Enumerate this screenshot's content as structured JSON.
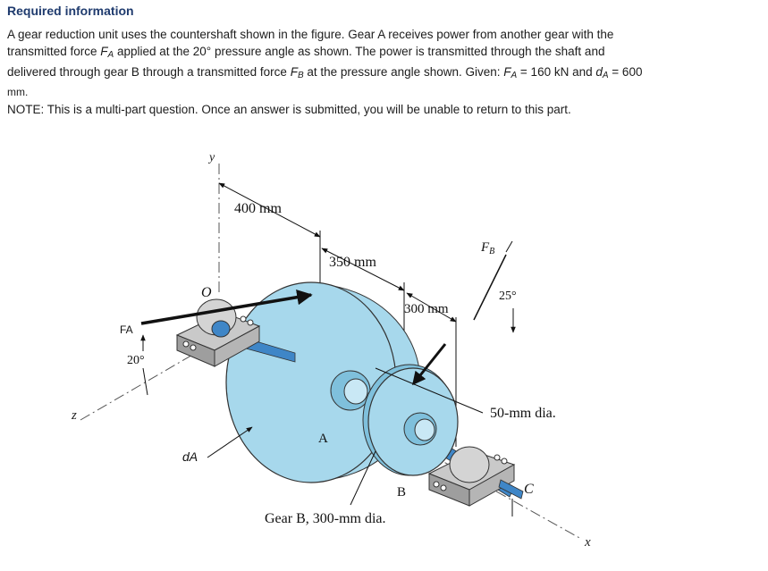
{
  "header": {
    "title": "Required information"
  },
  "problem": {
    "l1": "A gear reduction unit uses the countershaft shown in the figure. Gear A receives power from another gear with the",
    "l2a": "transmitted force ",
    "l2b": "F",
    "l2c": "A",
    "l2d": " applied at the 20° pressure angle as shown. The power is transmitted through the shaft and",
    "l3a": "delivered through gear B through a transmitted force ",
    "l3b": "F",
    "l3c": "B",
    "l3d": " at the pressure angle shown. Given: ",
    "l3e": "F",
    "l3f": "A",
    "l3g": " = 160 kN and ",
    "l3h": "d",
    "l3i": "A",
    "l3j": " = 600",
    "l4": "mm.",
    "note": "NOTE: This is a multi-part question. Once an answer is submitted, you will be unable to return to this part."
  },
  "figure": {
    "axis_y": "y",
    "axis_z": "z",
    "axis_x": "x",
    "origin": "O",
    "dim_400": "400 mm",
    "dim_350": "350 mm",
    "dim_300": "300 mm",
    "force_b": "F",
    "force_b_sub": "B",
    "angle_25": "25°",
    "force_a": "FA",
    "angle_20": "20°",
    "diameter_a": "dA",
    "shaft_dia": "50-mm dia.",
    "gear_a_label": "A",
    "gear_b_label": "B",
    "gear_b_caption": "Gear B, 300-mm dia.",
    "bearing_c": "C",
    "colors": {
      "gear_fill": "#a7d8ec",
      "gear_dark": "#7fc0dc",
      "shaft": "#3f86c7",
      "bearing": "#b8b8b8",
      "heading": "#1f3b6e"
    }
  }
}
